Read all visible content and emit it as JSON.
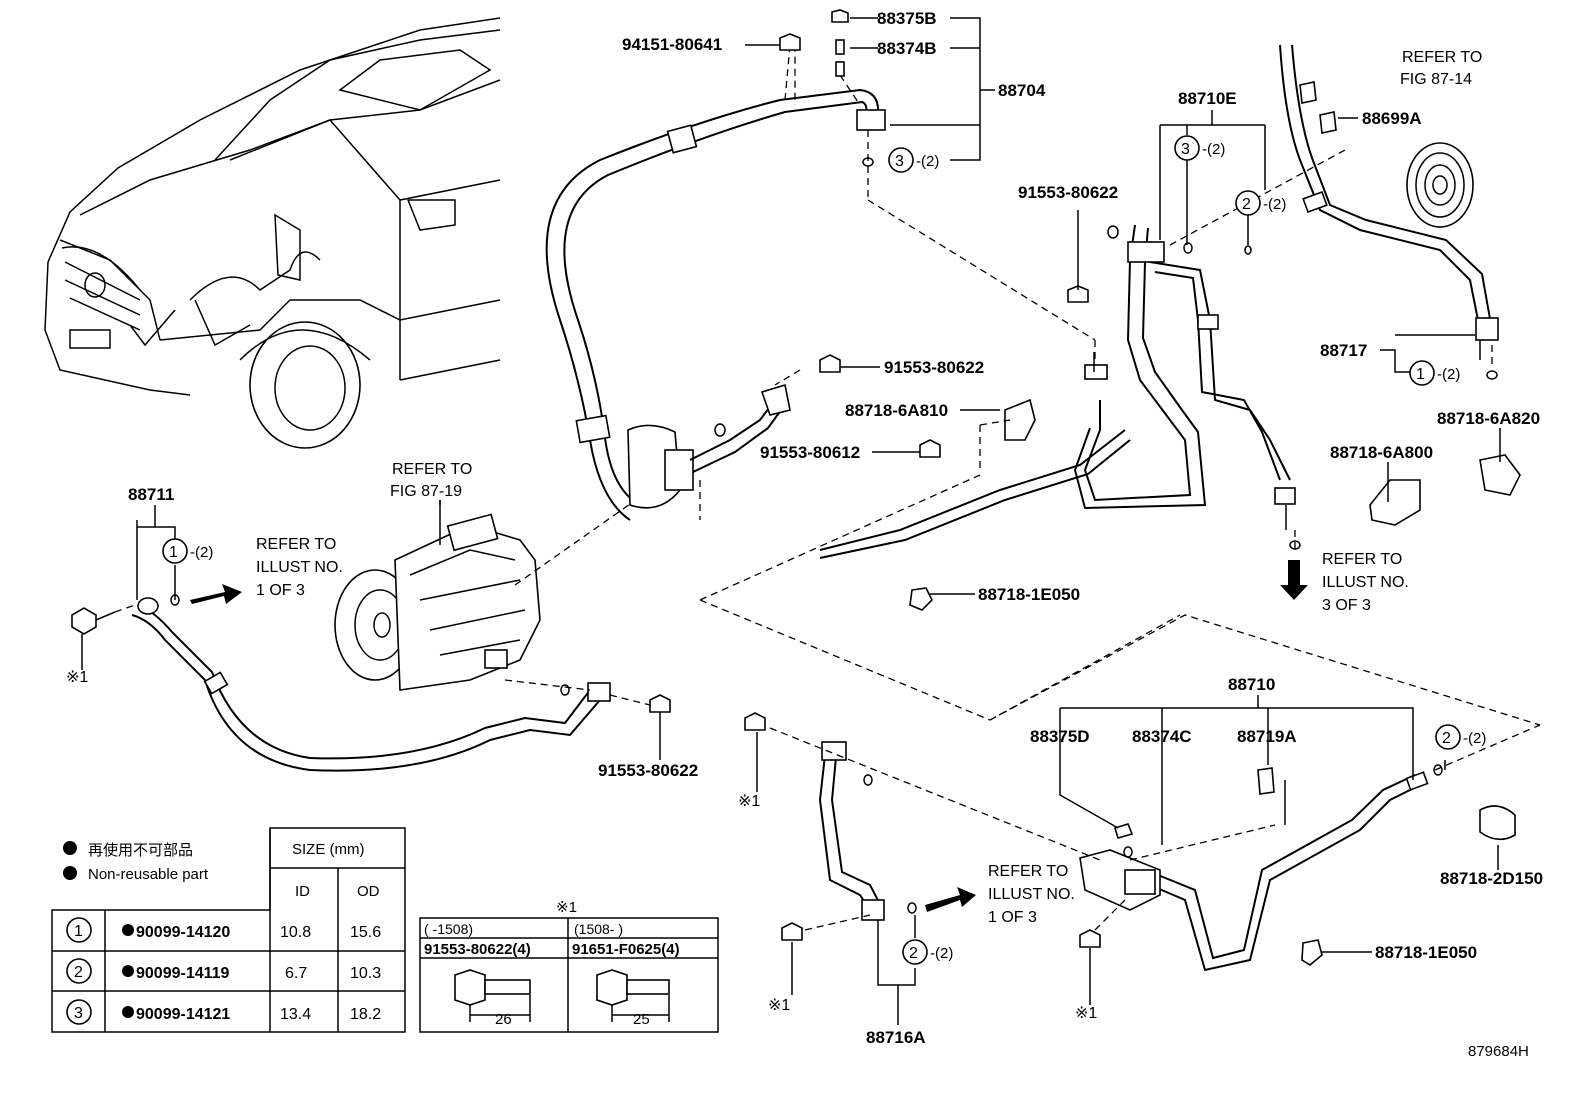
{
  "diagram_id": "879684H",
  "parts": {
    "p88375B": "88375B",
    "p88374B": "88374B",
    "p94151": "94151-80641",
    "p88704": "88704",
    "p88710E": "88710E",
    "p88699A": "88699A",
    "p91553_top": "91553-80622",
    "p91553_mid": "91553-80622",
    "p88718_6A810": "88718-6A810",
    "p91553_80612": "91553-80612",
    "p88717": "88717",
    "p88718_6A820": "88718-6A820",
    "p88718_6A800": "88718-6A800",
    "p88711": "88711",
    "p88718_1E050_a": "88718-1E050",
    "p91553_bot": "91553-80622",
    "p88710": "88710",
    "p88375D": "88375D",
    "p88374C": "88374C",
    "p88719A": "88719A",
    "p88718_2D150": "88718-2D150",
    "p88718_1E050_b": "88718-1E050",
    "p88716A": "88716A"
  },
  "qty": {
    "q3a": "-(2)",
    "q3b": "-(2)",
    "q2a": "-(2)",
    "q1a": "-(2)",
    "q1b": "-(2)",
    "q2b": "-(2)",
    "q2c": "-(2)"
  },
  "circles": {
    "c3a": "3",
    "c3b": "3",
    "c2a": "2",
    "c1a": "1",
    "c1b": "1",
    "c2b": "2",
    "c2c": "2"
  },
  "refs": {
    "fig8714_l1": "REFER TO",
    "fig8714_l2": "FIG 87-14",
    "fig8719_l1": "REFER TO",
    "fig8719_l2": "FIG 87-19",
    "ill1a_l1": "REFER TO",
    "ill1a_l2": "ILLUST NO.",
    "ill1a_l3": "1 OF 3",
    "ill3_l1": "REFER TO",
    "ill3_l2": "ILLUST NO.",
    "ill3_l3": "3 OF 3",
    "ill1b_l1": "REFER TO",
    "ill1b_l2": "ILLUST NO.",
    "ill1b_l3": "1 OF 3"
  },
  "marks": {
    "m1": "※1",
    "m2": "※1",
    "m3": "※1",
    "m4": "※1",
    "m5": "※1"
  },
  "legend": {
    "jp": "再使用不可部品",
    "en": "Non-reusable part",
    "size_header": "SIZE (mm)",
    "col_id": "ID",
    "col_od": "OD",
    "rows": [
      {
        "no": "1",
        "part": "90099-14120",
        "id": "10.8",
        "od": "15.6"
      },
      {
        "no": "2",
        "part": "90099-14119",
        "id": "6.7",
        "od": "10.3"
      },
      {
        "no": "3",
        "part": "90099-14121",
        "id": "13.4",
        "od": "18.2"
      }
    ]
  },
  "bolt_table": {
    "mark": "※1",
    "col1_range": "(      -1508)",
    "col2_range": "(1508-       )",
    "col1_part": "91553-80622(4)",
    "col2_part": "91651-F0625(4)",
    "col1_len": "26",
    "col2_len": "25"
  }
}
